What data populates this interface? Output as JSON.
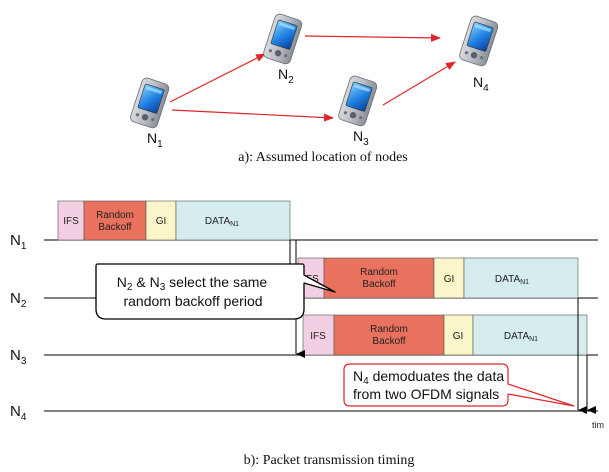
{
  "top_diagram": {
    "nodes": [
      {
        "id": "n1",
        "letter": "N",
        "sub": "1"
      },
      {
        "id": "n2",
        "letter": "N",
        "sub": "2"
      },
      {
        "id": "n3",
        "letter": "N",
        "sub": "3"
      },
      {
        "id": "n4",
        "letter": "N",
        "sub": "4"
      }
    ],
    "caption": "a): Assumed location of nodes"
  },
  "timing_diagram": {
    "rows": [
      {
        "letter": "N",
        "sub": "1"
      },
      {
        "letter": "N",
        "sub": "2"
      },
      {
        "letter": "N",
        "sub": "3"
      },
      {
        "letter": "N",
        "sub": "4"
      }
    ],
    "blocks": {
      "ifs": "IFS",
      "backoff_line1": "Random",
      "backoff_line2": "Backoff",
      "gi": "GI",
      "data": "DATA",
      "data_sub": "N1"
    },
    "callout_top": {
      "part1": "N",
      "sub1": "2",
      "part2": " & N",
      "sub2": "3",
      "part3": " select the same",
      "line2": "random backoff period"
    },
    "callout_bottom": {
      "part1": "N",
      "sub1": "4",
      "part2": " demoduates the data",
      "line2": "from two OFDM signals"
    },
    "time_label": "tim",
    "caption": "b): Packet transmission timing"
  },
  "colors": {
    "ifs": "#f2cfe2",
    "backoff": "#e9725f",
    "gi": "#fbf6c9",
    "data": "#d5edee",
    "arrow_red": "#e0262b",
    "callout_stroke": "#e0262b"
  }
}
